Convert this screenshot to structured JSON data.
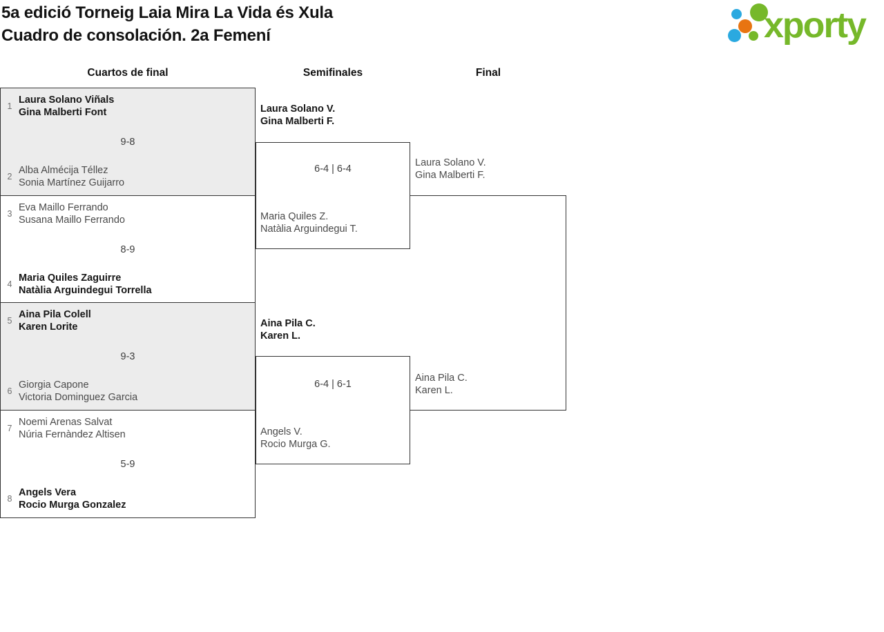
{
  "header": {
    "title_line1": "5a edició Torneig Laia Mira La Vida és Xula",
    "title_line2": "Cuadro de consolación. 2a Femení",
    "logo_text": "xporty"
  },
  "round_headers": [
    "Cuartos de final",
    "Semifinales",
    "Final"
  ],
  "colors": {
    "logo_green": "#76b82a",
    "logo_blue": "#2aa9e0",
    "logo_orange": "#e87411",
    "bracket_border": "#333333",
    "block_gray": "#ececec",
    "name_regular": "#4a4a4a",
    "name_winner": "#161616"
  },
  "bracket": {
    "quarterfinals": [
      {
        "top": {
          "seed": "1",
          "line1": "Laura Solano Viñals",
          "line2": "Gina Malberti Font",
          "winner": true
        },
        "score": "9-8",
        "bottom": {
          "seed": "2",
          "line1": "Alba Almécija Téllez",
          "line2": "Sonia Martínez Guijarro",
          "winner": false
        }
      },
      {
        "top": {
          "seed": "3",
          "line1": "Eva Maillo Ferrando",
          "line2": "Susana Maillo Ferrando",
          "winner": false
        },
        "score": "8-9",
        "bottom": {
          "seed": "4",
          "line1": "Maria Quiles Zaguirre",
          "line2": "Natàlia Arguindegui Torrella",
          "winner": true
        }
      },
      {
        "top": {
          "seed": "5",
          "line1": "Aina Pila Colell",
          "line2": "Karen Lorite",
          "winner": true
        },
        "score": "9-3",
        "bottom": {
          "seed": "6",
          "line1": "Giorgia Capone",
          "line2": "Victoria Dominguez Garcia",
          "winner": false
        }
      },
      {
        "top": {
          "seed": "7",
          "line1": "Noemi Arenas Salvat",
          "line2": "Núria Fernàndez Altisen",
          "winner": false
        },
        "score": "5-9",
        "bottom": {
          "seed": "8",
          "line1": "Angels Vera",
          "line2": "Rocio Murga Gonzalez",
          "winner": true
        }
      }
    ],
    "semifinals": [
      {
        "top": {
          "line1": "Laura Solano V.",
          "line2": "Gina Malberti F.",
          "winner": true
        },
        "score": "6-4 | 6-4",
        "bottom": {
          "line1": "Maria Quiles Z.",
          "line2": "Natàlia Arguindegui T.",
          "winner": false
        }
      },
      {
        "top": {
          "line1": "Aina Pila C.",
          "line2": "Karen L.",
          "winner": true
        },
        "score": "6-4 | 6-1",
        "bottom": {
          "line1": "Angels V.",
          "line2": "Rocio Murga G.",
          "winner": false
        }
      }
    ],
    "final": {
      "top": {
        "line1": "Laura Solano V.",
        "line2": "Gina Malberti F.",
        "winner": false
      },
      "bottom": {
        "line1": "Aina Pila C.",
        "line2": "Karen L.",
        "winner": false
      }
    }
  }
}
